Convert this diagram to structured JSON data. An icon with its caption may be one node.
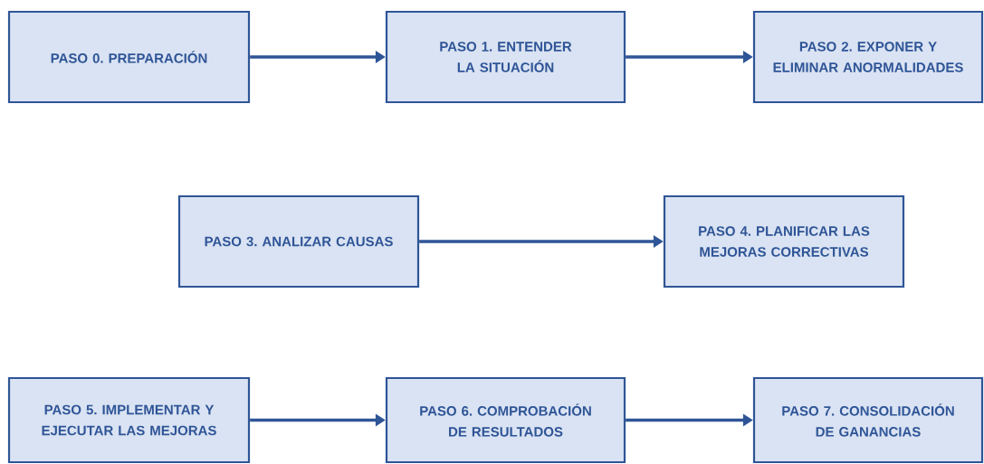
{
  "diagram": {
    "nodes": [
      {
        "text": [
          "PASO 0. PREPARACIÓN"
        ]
      },
      {
        "text": [
          "PASO 1. ENTENDER LA SITUACIÓN"
        ]
      },
      {
        "text": [
          "PASO 2. EXPONER Y ELIMINAR ANORMALIDADES"
        ]
      },
      {
        "text": [
          "PASO 3. ANALIZAR CAUSAS"
        ]
      },
      {
        "text": [
          "PASO 4. PLANIFICAR LAS MEJORAS CORRECTIVAS"
        ]
      },
      {
        "text": [
          "PASO 5. IMPLEMENTAR Y EJECUTAR LAS MEJORAS"
        ]
      },
      {
        "text": [
          "PASO 6. COMPROBACIÓN DE RESULTADOS"
        ]
      },
      {
        "text": [
          "PASO 7. CONSOLIDACIÓN DE GANANCIAS"
        ]
      }
    ],
    "edges": [
      {
        "from": 0,
        "to": 1,
        "arrow": "to"
      },
      {
        "from": 1,
        "to": 2,
        "arrow": "to"
      },
      {
        "from": 3,
        "to": 4,
        "arrow": "to"
      },
      {
        "from": 5,
        "to": 6,
        "arrow": "to"
      },
      {
        "from": 6,
        "to": 7,
        "arrow": "to"
      }
    ]
  }
}
